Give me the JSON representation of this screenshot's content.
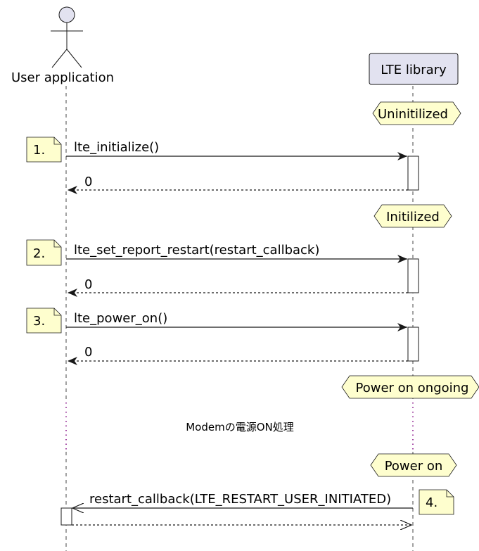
{
  "participants": {
    "user": "User application",
    "lib": "LTE library"
  },
  "states": {
    "s1": "Uninitilized",
    "s2": "Initilized",
    "s3": "Power on ongoing",
    "s4": "Power on"
  },
  "notes": {
    "n1": "1.",
    "n2": "2.",
    "n3": "3.",
    "n4": "4."
  },
  "messages": {
    "m1": "lte_initialize()",
    "r1": "0",
    "m2": "lte_set_report_restart(restart_callback)",
    "r2": "0",
    "m3": "lte_power_on()",
    "r3": "0",
    "m4": "restart_callback(LTE_RESTART_USER_INITIATED)"
  },
  "delay": {
    "label": "Modemの電源ON処理"
  },
  "colors": {
    "participant_fill": "#e2e2f0",
    "note_fill": "#fefece",
    "state_fill": "#fefece",
    "delay_dot": "#800080"
  }
}
